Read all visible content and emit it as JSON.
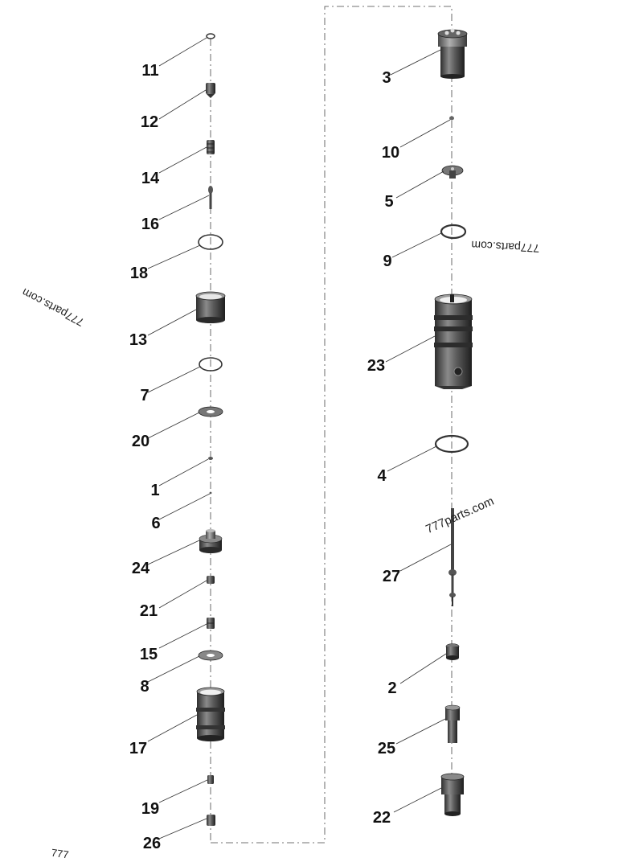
{
  "diagram": {
    "callouts_left": [
      "11",
      "12",
      "14",
      "16",
      "18",
      "13",
      "7",
      "20",
      "1",
      "6",
      "24",
      "21",
      "15",
      "8",
      "17",
      "19",
      "26"
    ],
    "callouts_right": [
      "3",
      "10",
      "5",
      "9",
      "23",
      "4",
      "27",
      "2",
      "25",
      "22"
    ],
    "watermarks": [
      "777parts.com",
      "777parts.com",
      "777parts.com",
      "777"
    ]
  }
}
